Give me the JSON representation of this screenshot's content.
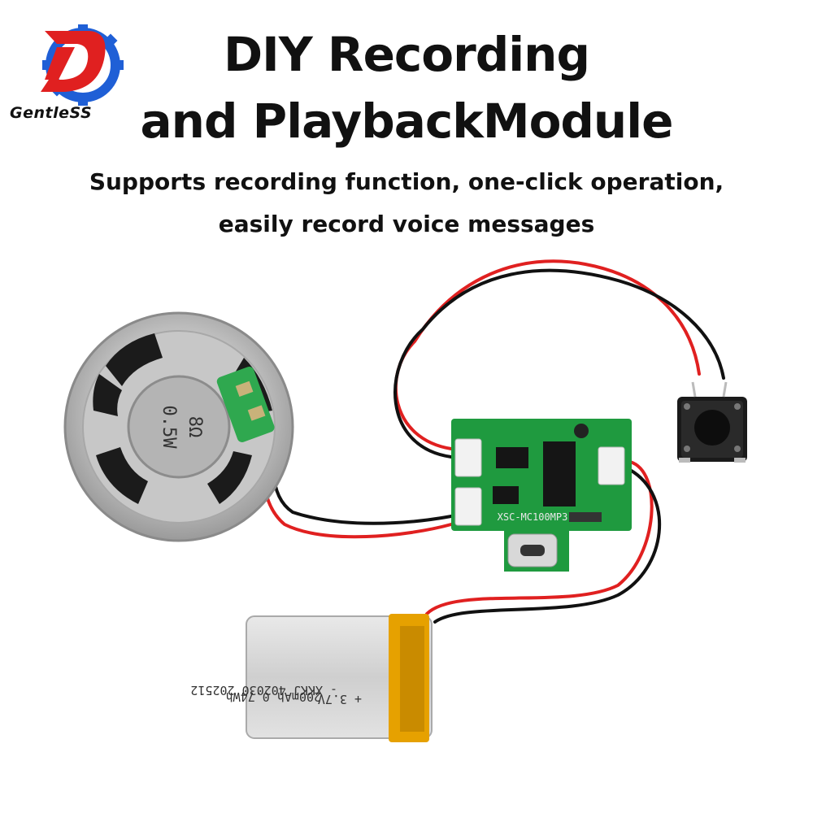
{
  "brand": {
    "name": "GentleSS"
  },
  "header": {
    "title_line1": "DIY Recording",
    "title_line2": "and PlaybackModule",
    "subtitle_line1": "Supports recording function, one-click operation,",
    "subtitle_line2": "easily record voice messages"
  },
  "product": {
    "speaker_label_line1": "8Ω",
    "speaker_label_line2": "0.5W",
    "board_label": "XSC-MC100MP3",
    "battery_lines": [
      "+ 3.7V",
      "200mAh  0.74Wh",
      "- XKKJ  402030  202512"
    ]
  },
  "colors": {
    "logo_red": "#e02020",
    "logo_blue": "#1f5fd6",
    "pcb_green": "#1f9a3f",
    "wire_red": "#e02020",
    "wire_black": "#111111",
    "battery_tab": "#e6a100"
  },
  "icons": {
    "logo": "gear-d-logo"
  }
}
